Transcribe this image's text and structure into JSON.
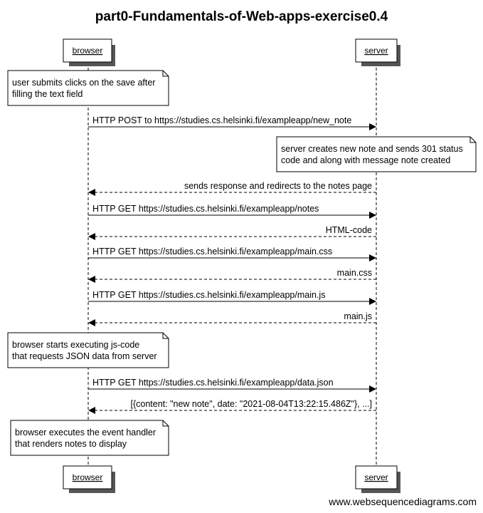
{
  "title": "part0-Fundamentals-of-Web-apps-exercise0.4",
  "participants": [
    "browser",
    "server"
  ],
  "steps": [
    {
      "kind": "note",
      "actor": 0,
      "lines": [
        "user submits clicks on the save after",
        "filling the text field"
      ]
    },
    {
      "kind": "msg",
      "from": 0,
      "to": 1,
      "dashed": false,
      "label": "HTTP POST to https://studies.cs.helsinki.fi/exampleapp/new_note"
    },
    {
      "kind": "note",
      "actor": 1,
      "lines": [
        "server creates new note and sends 301 status",
        "code and along with message note created"
      ]
    },
    {
      "kind": "msg",
      "from": 1,
      "to": 0,
      "dashed": true,
      "label": "sends response and redirects to the notes page"
    },
    {
      "kind": "msg",
      "from": 0,
      "to": 1,
      "dashed": false,
      "label": "HTTP GET https://studies.cs.helsinki.fi/exampleapp/notes"
    },
    {
      "kind": "msg",
      "from": 1,
      "to": 0,
      "dashed": true,
      "label": "HTML-code"
    },
    {
      "kind": "msg",
      "from": 0,
      "to": 1,
      "dashed": false,
      "label": "HTTP GET https://studies.cs.helsinki.fi/exampleapp/main.css"
    },
    {
      "kind": "msg",
      "from": 1,
      "to": 0,
      "dashed": true,
      "label": "main.css"
    },
    {
      "kind": "msg",
      "from": 0,
      "to": 1,
      "dashed": false,
      "label": "HTTP GET https://studies.cs.helsinki.fi/exampleapp/main.js"
    },
    {
      "kind": "msg",
      "from": 1,
      "to": 0,
      "dashed": true,
      "label": "main.js"
    },
    {
      "kind": "note",
      "actor": 0,
      "lines": [
        "browser starts executing js-code",
        "that requests JSON data from server"
      ]
    },
    {
      "kind": "msg",
      "from": 0,
      "to": 1,
      "dashed": false,
      "label": "HTTP GET https://studies.cs.helsinki.fi/exampleapp/data.json"
    },
    {
      "kind": "msg",
      "from": 1,
      "to": 0,
      "dashed": true,
      "label": "[{content: \"new note\", date: \"2021-08-04T13:22:15.486Z\"}, ...]"
    },
    {
      "kind": "note",
      "actor": 0,
      "lines": [
        "browser executes the event handler",
        "that renders notes to display"
      ]
    }
  ],
  "footer": "www.websequencediagrams.com"
}
